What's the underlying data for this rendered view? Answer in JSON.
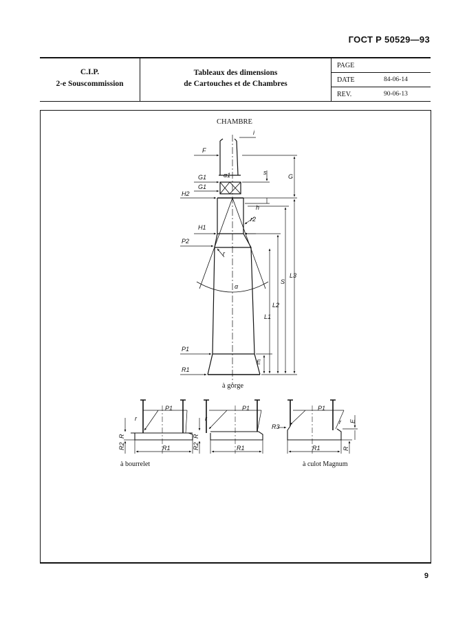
{
  "standard_number": "ГОСТ Р 50529—93",
  "header": {
    "org_line1": "C.I.P.",
    "org_line2": "2-e Souscommission",
    "title_line1": "Tableaux des dimensions",
    "title_line2": "de Cartouches et de Chambres",
    "page_label": "PAGE",
    "page_value": "",
    "date_label": "DATE",
    "date_value": "84-06-14",
    "rev_label": "REV.",
    "rev_value": "90-06-13"
  },
  "drawing": {
    "title": "CHAMBRE",
    "main_caption": "à gorge",
    "caption_left": "à bourrelet",
    "caption_right": "à culot Magnum",
    "labels": {
      "i": "i",
      "F": "F",
      "G1a": "G1",
      "G1b": "G1",
      "H2": "H2",
      "H1": "H1",
      "P2": "P2",
      "P1": "P1",
      "R1": "R1",
      "alpha1": "α1",
      "alpha": "α",
      "r2": "r2",
      "r": "r",
      "s": "s",
      "G": "G",
      "h": "h",
      "L3": "L3",
      "S": "S",
      "L2": "L2",
      "L1": "L1",
      "E": "E",
      "d1_P1": "P1",
      "d1_R": "R",
      "d1_R2": "R2",
      "d1_R1": "R1",
      "d1_r": "r",
      "d2_P1": "P1",
      "d2_R": "R",
      "d2_R2": "R2",
      "d2_R1": "R1",
      "d2_r": "r",
      "d3_P1": "P1",
      "d3_R3": "R3",
      "d3_R1": "R1",
      "d3_R": "R",
      "d3_E": "E",
      "d3_r": "r"
    }
  },
  "page_number": "9"
}
